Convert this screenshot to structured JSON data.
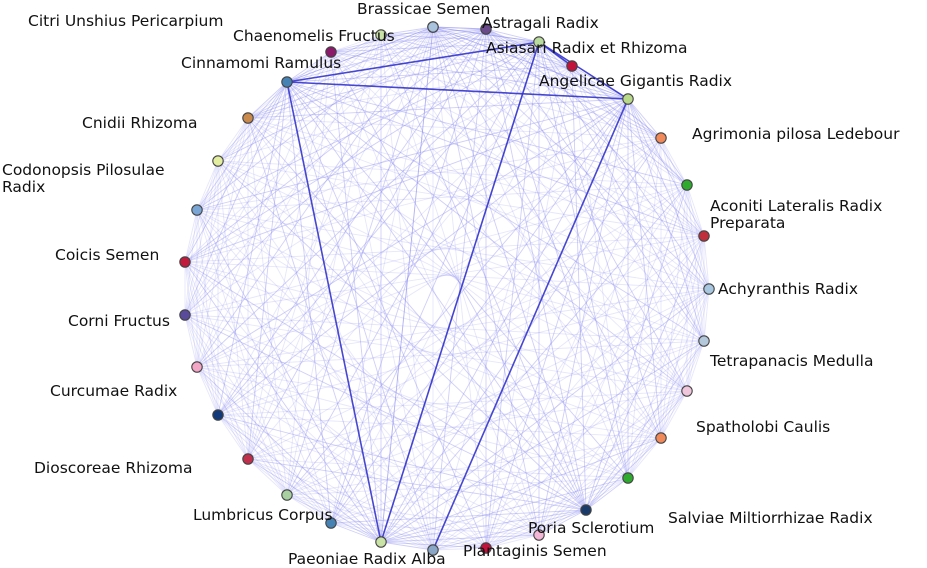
{
  "colors": {
    "edge_faint": "#8c8cf0",
    "edge_strong": "#3333cc",
    "node_stroke": "#444444"
  },
  "nodes": [
    {
      "id": "citri",
      "label": "Citri Unshius Pericarpium",
      "color": "#ffffff"
    },
    {
      "id": "brassicae",
      "label": "Brassicae Semen",
      "color": "#a9c2de"
    },
    {
      "id": "astragali",
      "label": "Astragali Radix",
      "color": "#6b4a8c"
    },
    {
      "id": "chaenomelis",
      "label": "Chaenomelis Fructus",
      "color": "#c9e2a5"
    },
    {
      "id": "asiasari",
      "label": "Asiasari Radix et Rhizoma",
      "color": "#b9dba0"
    },
    {
      "id": "cinnamomi",
      "label": "Cinnamomi Ramulus",
      "color": "#4682b4"
    },
    {
      "id": "chaen_dot",
      "label": "",
      "color": "#8b1a6b"
    },
    {
      "id": "angelicae",
      "label": "Angelicae Gigantis Radix",
      "color": "#b9d98a"
    },
    {
      "id": "red_top",
      "label": "",
      "color": "#c0143c"
    },
    {
      "id": "cnidii",
      "label": "Cnidii Rhizoma",
      "color": "#c98a4b"
    },
    {
      "id": "agrimonia",
      "label": "Agrimonia pilosa Ledebour",
      "color": "#f08a5a"
    },
    {
      "id": "codonopsis",
      "label": "Codonopsis Pilosulae Radix",
      "color": "#e4eea0"
    },
    {
      "id": "green_r",
      "label": "",
      "color": "#2eaa2e"
    },
    {
      "id": "blue_l",
      "label": "",
      "color": "#7aa6d6"
    },
    {
      "id": "aconiti",
      "label": "Aconiti Lateralis Radix Preparata",
      "color": "#c0303c"
    },
    {
      "id": "coicis",
      "label": "Coicis Semen",
      "color": "#c01a3c"
    },
    {
      "id": "achyranthis",
      "label": "Achyranthis Radix",
      "color": "#a8c6e0"
    },
    {
      "id": "corni",
      "label": "Corni Fructus",
      "color": "#5a4a9c"
    },
    {
      "id": "tetrapanacis",
      "label": "Tetrapanacis Medulla",
      "color": "#b4c8dc"
    },
    {
      "id": "curcumae_dot",
      "label": "",
      "color": "#f4a6c6"
    },
    {
      "id": "curcumae",
      "label": "Curcumae Radix",
      "color": "#ffffff"
    },
    {
      "id": "spatholobi_dot",
      "label": "",
      "color": "#f0c6dc"
    },
    {
      "id": "navy_l",
      "label": "",
      "color": "#123a7a"
    },
    {
      "id": "spatholobi",
      "label": "Spatholobi Caulis",
      "color": "#f08a5a"
    },
    {
      "id": "dioscoreae",
      "label": "Dioscoreae Rhizoma",
      "color": "#c0304c"
    },
    {
      "id": "green_br",
      "label": "",
      "color": "#2eaa2e"
    },
    {
      "id": "lumbricus",
      "label": "Lumbricus Corpus",
      "color": "#a8d0a0"
    },
    {
      "id": "salviae",
      "label": "Salviae Miltiorrhizae Radix",
      "color": "#ffffff"
    },
    {
      "id": "poria",
      "label": "Poria Sclerotium",
      "color": "#1a3a6a"
    },
    {
      "id": "blue_bl",
      "label": "",
      "color": "#4682b4"
    },
    {
      "id": "paeoniae",
      "label": "Paeoniae Radix Alba",
      "color": "#c9e2a5"
    },
    {
      "id": "alba_dot",
      "label": "",
      "color": "#8aa6c6"
    },
    {
      "id": "plantaginis",
      "label": "Plantaginis Semen",
      "color": "#c0143c"
    },
    {
      "id": "pink_b",
      "label": "",
      "color": "#f4b6d6"
    }
  ],
  "strong_edges": [
    [
      "cinnamomi",
      "paeoniae"
    ],
    [
      "cinnamomi",
      "angelicae"
    ],
    [
      "cinnamomi",
      "asiasari"
    ],
    [
      "asiasari",
      "paeoniae"
    ],
    [
      "asiasari",
      "angelicae"
    ],
    [
      "angelicae",
      "alba_dot"
    ],
    [
      "asiasari",
      "red_top"
    ]
  ]
}
